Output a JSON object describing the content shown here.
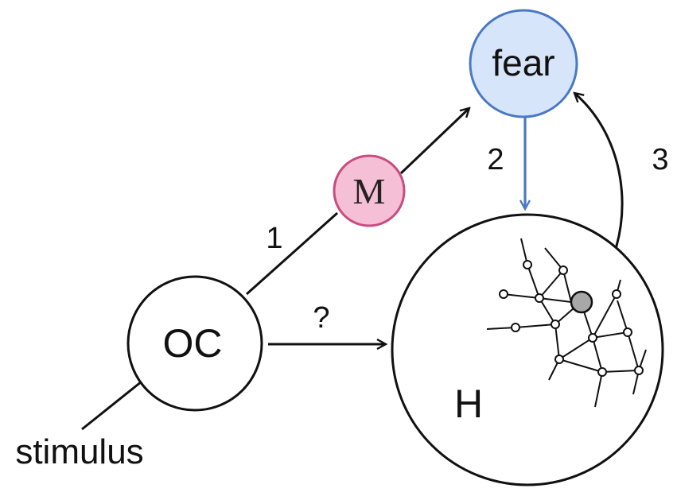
{
  "diagram": {
    "nodes": {
      "oc": {
        "label": "OC"
      },
      "m": {
        "label": "M"
      },
      "fear": {
        "label": "fear"
      },
      "h": {
        "label": "H"
      }
    },
    "input_label": "stimulus",
    "edges": {
      "oc_to_fear": {
        "label": "1"
      },
      "fear_to_h": {
        "label": "2"
      },
      "h_to_fear": {
        "label": "3"
      },
      "oc_to_h": {
        "label": "?"
      }
    },
    "colors": {
      "fear_fill": "#d6e5fa",
      "fear_stroke": "#4a79c4",
      "m_fill": "#f5bfd5",
      "m_stroke": "#c94c7f",
      "edge_2": "#4a79c4",
      "network_node_highlight": "#a8a8a8"
    }
  }
}
